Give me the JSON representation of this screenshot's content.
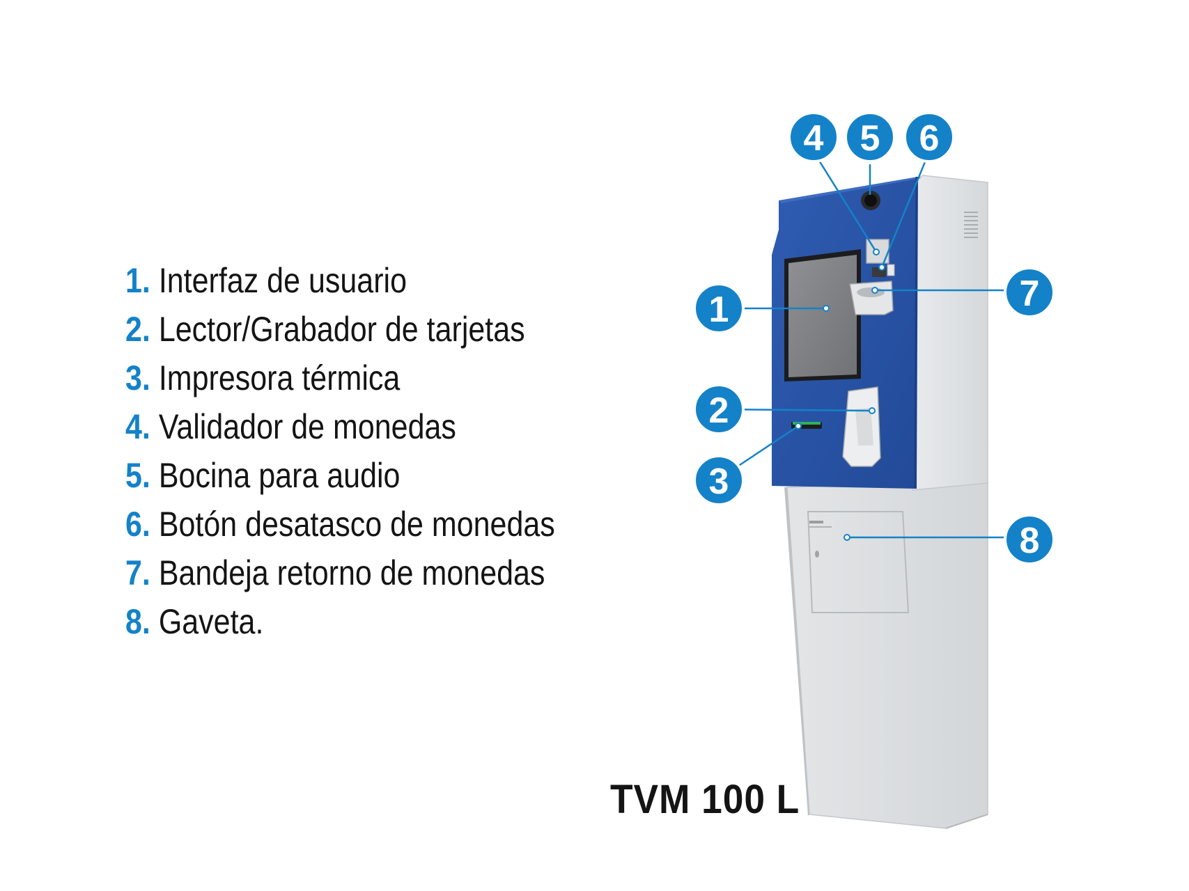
{
  "legend": [
    {
      "num": "1.",
      "label": "Interfaz de usuario"
    },
    {
      "num": "2.",
      "label": "Lector/Grabador de tarjetas"
    },
    {
      "num": "3.",
      "label": "Impresora térmica"
    },
    {
      "num": "4.",
      "label": "Validador de monedas"
    },
    {
      "num": "5.",
      "label": "Bocina para audio"
    },
    {
      "num": "6.",
      "label": "Botón desatasco de monedas"
    },
    {
      "num": "7.",
      "label": "Bandeja retorno de monedas"
    },
    {
      "num": "8.",
      "label": "Gaveta."
    }
  ],
  "callouts": {
    "c1": "1",
    "c2": "2",
    "c3": "3",
    "c4": "4",
    "c5": "5",
    "c6": "6",
    "c7": "7",
    "c8": "8"
  },
  "model_name": "TVM 100 L",
  "colors": {
    "accent": "#1482c8",
    "kiosk_blue": "#2a55a8",
    "kiosk_grey": "#e2e4e6"
  }
}
